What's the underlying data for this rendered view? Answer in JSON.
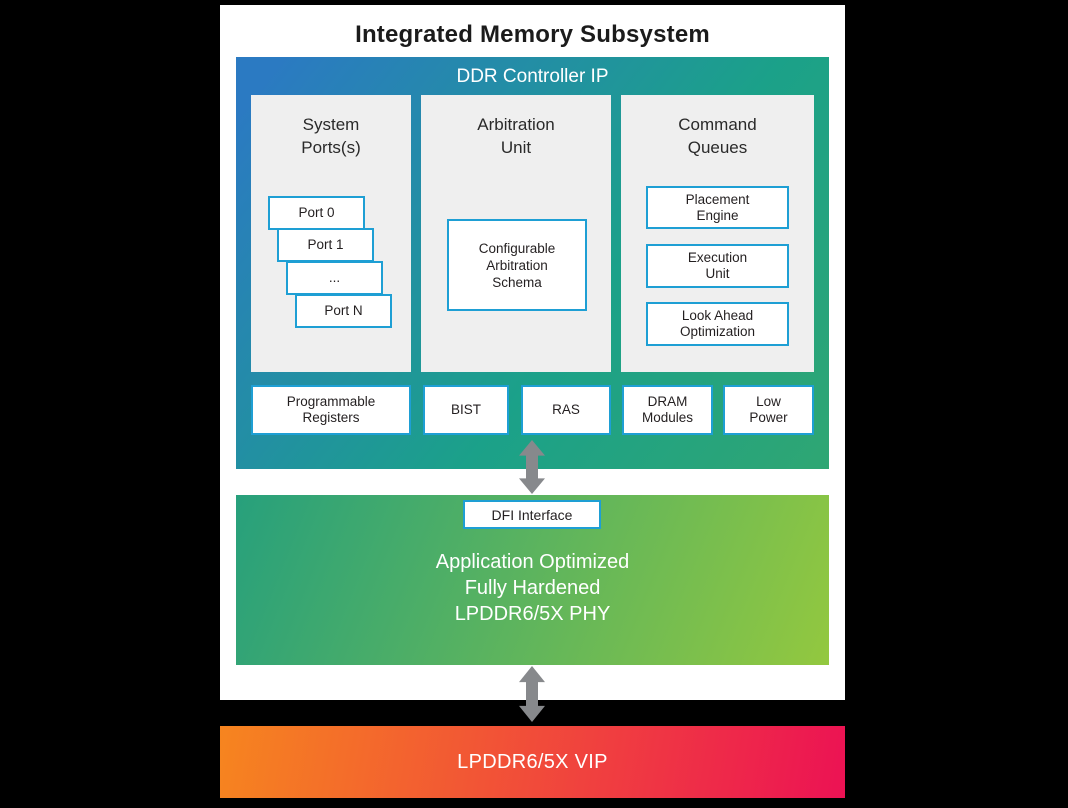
{
  "title": "Integrated Memory Subsystem",
  "colors": {
    "background": "#000000",
    "panel": "#ffffff",
    "column_background": "#efefef",
    "box_border_blue": "#1e9fd4",
    "ddr_gradient_start": "#2b7ac2",
    "ddr_gradient_end": "#2fa673",
    "phy_gradient_start": "#27a07c",
    "phy_gradient_end": "#93c83f",
    "vip_gradient_start": "#f6851f",
    "vip_gradient_end": "#ec1254",
    "arrow_gray": "#87898c",
    "text_dark": "#231f20",
    "text_light": "#ffffff"
  },
  "ddr_controller": {
    "title": "DDR Controller IP",
    "system_ports": {
      "title": "System\nPorts(s)",
      "ports": [
        "Port 0",
        "Port 1",
        "...",
        "Port N"
      ]
    },
    "arbitration": {
      "title": "Arbitration\nUnit",
      "box": "Configurable\nArbitration\nSchema"
    },
    "command_queues": {
      "title": "Command\nQueues",
      "items": [
        "Placement\nEngine",
        "Execution\nUnit",
        "Look Ahead\nOptimization"
      ]
    },
    "bottom_row": [
      "Programmable\nRegisters",
      "BIST",
      "RAS",
      "DRAM\nModules",
      "Low\nPower"
    ]
  },
  "phy": {
    "dfi_label": "DFI Interface",
    "label": "Application Optimized\nFully Hardened\nLPDDR6/5X PHY"
  },
  "vip": {
    "label": "LPDDR6/5X VIP"
  }
}
